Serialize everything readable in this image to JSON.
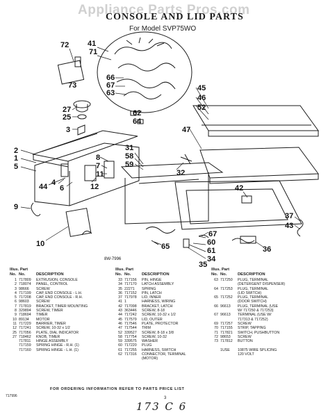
{
  "watermark": "Appliance Parts Pros.com",
  "header": {
    "title": "CONSOLE AND LID PARTS",
    "model": "For Model SVP75WO"
  },
  "diagram": {
    "code": "8W-7996",
    "callouts": [
      "72",
      "41",
      "71",
      "66",
      "67",
      "63",
      "62",
      "64",
      "27",
      "25",
      "3",
      "2",
      "1",
      "5",
      "9",
      "31",
      "58",
      "59",
      "32",
      "8",
      "7",
      "11",
      "12",
      "44",
      "6",
      "4",
      "10",
      "45",
      "46",
      "52",
      "47",
      "42",
      "37",
      "43",
      "36",
      "67",
      "60",
      "61",
      "34",
      "35",
      "65",
      "73"
    ]
  },
  "parts": {
    "header_illus": "Illus. Part",
    "header_no": "No.",
    "header_desc": "DESCRIPTION",
    "columns": [
      [
        [
          "1",
          "717809",
          "EXTRUSION, CONSOLE"
        ],
        [
          "2",
          "718074",
          "PANEL, CONTROL"
        ],
        [
          "3",
          "98666",
          "SCREW"
        ],
        [
          "4",
          "717199",
          "CAP, END CONSOLE - L.H."
        ],
        [
          "5",
          "717208",
          "CAP, END CONSOLE - R.H."
        ],
        [
          "6",
          "98603",
          "SCREW"
        ],
        [
          "7",
          "717819",
          "BRACKET, TIMER MOUNTING"
        ],
        [
          "8",
          "329894",
          "SCREW, TIMER"
        ],
        [
          "9",
          "718694",
          "TIMER"
        ],
        [
          "10",
          "89134",
          "MOTOR"
        ],
        [
          "11",
          "717229",
          "BARRIER, TIMER"
        ],
        [
          "12",
          "717241",
          "SCREW, 10-32 x 1/2"
        ],
        [
          "25",
          "717056",
          "PLATE, DIAL INDICATOR"
        ],
        [
          "27",
          "718462",
          "KNOB, TIMER"
        ],
        [
          "",
          "717811",
          "HINGE ASSEMBLY"
        ],
        [
          "",
          "717159",
          "SPRING HINGE - R.H. (1)"
        ],
        [
          "",
          "717160",
          "SPRING HINGE - L.H. (1)"
        ]
      ],
      [
        [
          "33",
          "717156",
          "PIN, HINGE"
        ],
        [
          "34",
          "717170",
          "LATCH ASSEMBLY"
        ],
        [
          "35",
          "22271",
          "SPRING"
        ],
        [
          "36",
          "717152",
          "PIN, LATCH"
        ],
        [
          "37",
          "717978",
          "LID, INNER"
        ],
        [
          "41",
          "1",
          "HARNESS, WIRING"
        ],
        [
          "42",
          "717098",
          "BRACKET, LATCH"
        ],
        [
          "43",
          "363446",
          "SCREW, 8-18"
        ],
        [
          "44",
          "717242",
          "SCREW, 10-32 x 1/2"
        ],
        [
          "45",
          "717579",
          "LID, OUTER"
        ],
        [
          "46",
          "717546",
          "PLATE, PROTECTOR"
        ],
        [
          "47",
          "717544",
          "TRIM"
        ],
        [
          "52",
          "339527",
          "SCREW, 8-18 x 3/8"
        ],
        [
          "58",
          "717754",
          "SCREW, 10-32"
        ],
        [
          "59",
          "339575",
          "WASHER"
        ],
        [
          "60",
          "717220",
          "PLUG"
        ],
        [
          "61",
          "717255",
          "HARNESS, SWITCH"
        ],
        [
          "62",
          "717316",
          "CONNECTOR, TERMINAL"
        ],
        [
          "",
          "",
          "(MOTOR)"
        ]
      ],
      [
        [
          "63",
          "717250",
          "PLUG, TERMINAL"
        ],
        [
          "",
          "",
          "(DETERGENT DISPENSER)"
        ],
        [
          "64",
          "717253",
          "PLUG, TERMINAL"
        ],
        [
          "",
          "",
          "(LID SWITCH)"
        ],
        [
          "65",
          "717252",
          "PLUG, TERMINAL"
        ],
        [
          "",
          "",
          "(DOOR SWITCH)"
        ],
        [
          "66",
          "96613",
          "PLUG, TERMINAL (USE"
        ],
        [
          "",
          "",
          "W/ 717250 & 717253)"
        ],
        [
          "67",
          "96613",
          "TERMINAL (USE W/"
        ],
        [
          "",
          "",
          "717313 & 717252)"
        ],
        [
          "69",
          "717257",
          "SCREW"
        ],
        [
          "70",
          "717155",
          "STRIP, TAPPING"
        ],
        [
          "71",
          "717821",
          "SWITCH, PUSHBUTTON"
        ],
        [
          "72",
          "98653",
          "SCREW"
        ],
        [
          "73",
          "717812",
          "BUTTON"
        ],
        [
          "",
          "",
          " "
        ],
        [
          "",
          "1USE",
          "10875 WIRE SPLICING"
        ],
        [
          "",
          "",
          "120 VOLT"
        ]
      ]
    ]
  },
  "footer": {
    "note": "FOR ORDERING INFORMATION REFER TO PARTS PRICE LIST",
    "doc_code": "717996",
    "page_number": "3",
    "handwritten": "173 C 6"
  }
}
